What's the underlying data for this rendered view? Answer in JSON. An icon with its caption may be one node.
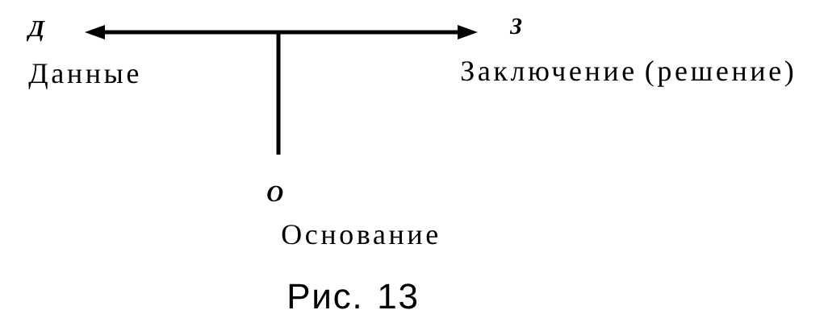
{
  "diagram": {
    "nodes": [
      {
        "text": [
          "Д",
          "Данные"
        ]
      },
      {
        "text": [
          "З",
          "Заключение (решение)"
        ]
      },
      {
        "text": [
          "О",
          "Основание"
        ]
      }
    ],
    "edges": [
      {
        "from": 0,
        "to": 1,
        "arrow": "both"
      },
      {
        "from": 2,
        "to": null,
        "arrow": "none"
      }
    ],
    "caption": "Рис. 13"
  }
}
